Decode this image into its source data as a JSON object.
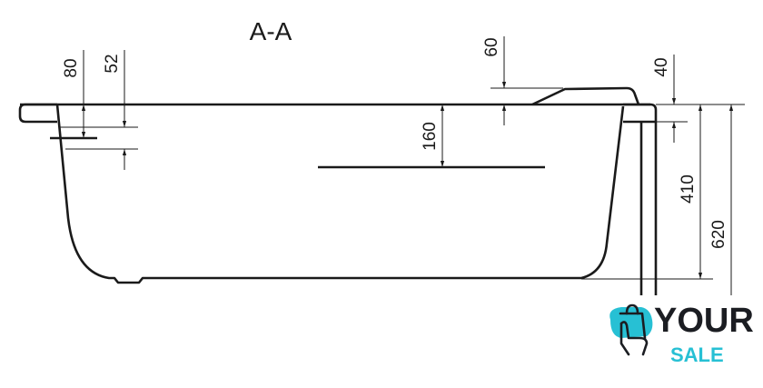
{
  "title": "A-A",
  "dimensions": {
    "rim_thickness": "80",
    "lip_offset": "52",
    "water_depth": "160",
    "headrest_height": "60",
    "rim_step": "40",
    "inner_depth": "410",
    "total_height": "620"
  },
  "logo": {
    "line1": "YOUR",
    "line2": "SALE",
    "accent": "#27c0d4",
    "dark": "#1b1d22"
  }
}
